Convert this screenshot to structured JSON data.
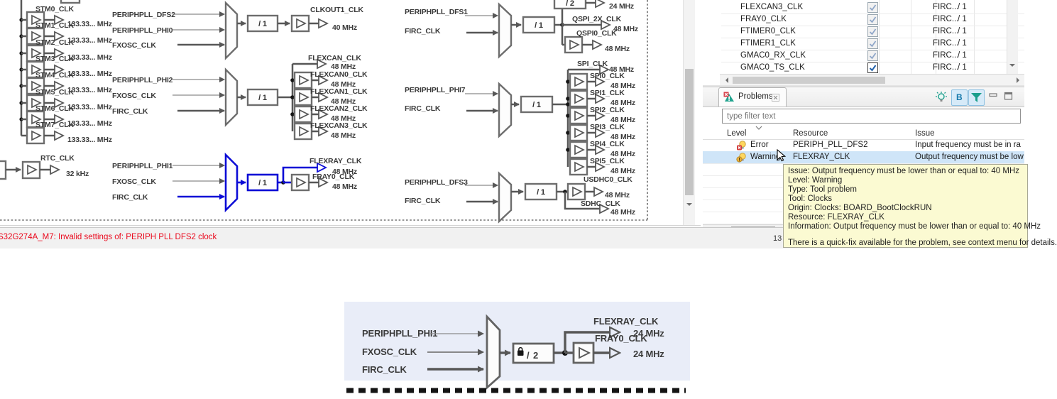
{
  "main_diagram": {
    "stm_rows": [
      {
        "label": "STM0_CLK",
        "freq": "133.33... MHz"
      },
      {
        "label": "STM1_CLK",
        "freq": "133.33... MHz"
      },
      {
        "label": "STM2_CLK",
        "freq": "133.33... MHz"
      },
      {
        "label": "STM3_CLK",
        "freq": "133.33... MHz"
      },
      {
        "label": "STM4_CLK",
        "freq": "133.33... MHz"
      },
      {
        "label": "STM5_CLK",
        "freq": "133.33... MHz"
      },
      {
        "label": "STM6_CLK",
        "freq": "133.33... MHz"
      },
      {
        "label": "STM7_CLK",
        "freq": "133.33... MHz"
      }
    ],
    "rtc": {
      "label": "RTC_CLK",
      "freq": "32 kHz"
    },
    "clkout": {
      "inputs": [
        "PERIPHPLL_DFS2",
        "PERIPHPLL_PHI0",
        "FXOSC_CLK"
      ],
      "divider": "/ 1",
      "output": {
        "label": "CLKOUT1_CLK",
        "freq": "40 MHz"
      }
    },
    "flexcan": {
      "inputs": [
        "PERIPHPLL_PHI2",
        "FXOSC_CLK",
        "FIRC_CLK"
      ],
      "divider": "/ 1",
      "bus_output": {
        "label": "FLEXCAN_CLK",
        "freq": "48 MHz"
      },
      "outputs": [
        {
          "label": "FLEXCAN0_CLK",
          "freq": "48 MHz"
        },
        {
          "label": "FLEXCAN1_CLK",
          "freq": "48 MHz"
        },
        {
          "label": "FLEXCAN2_CLK",
          "freq": "48 MHz"
        },
        {
          "label": "FLEXCAN3_CLK",
          "freq": "48 MHz"
        }
      ]
    },
    "flexray": {
      "inputs": [
        "PERIPHPLL_PHI1",
        "FXOSC_CLK",
        "FIRC_CLK"
      ],
      "divider": "/ 1",
      "outputs": [
        {
          "label": "FLEXRAY_CLK",
          "freq": "48 MHz"
        },
        {
          "label": "FRAY0_CLK",
          "freq": "48 MHz"
        }
      ]
    },
    "qspi": {
      "inputs": [
        "PERIPHPLL_DFS1",
        "FIRC_CLK"
      ],
      "divider": "/ 1",
      "divider2": "/ 2",
      "divider2_freq": "24 MHz",
      "outputs": [
        {
          "label": "QSPI_2X_CLK",
          "freq": "48 MHz"
        },
        {
          "label": "QSPI0_CLK",
          "freq": "48 MHz"
        }
      ]
    },
    "spi": {
      "inputs": [
        "PERIPHPLL_PHI7",
        "FIRC_CLK"
      ],
      "divider": "/ 1",
      "bus_output": {
        "label": "SPI_CLK",
        "freq": "48 MHz"
      },
      "outputs": [
        {
          "label": "SPI0_CLK",
          "freq": "48 MHz"
        },
        {
          "label": "SPI1_CLK",
          "freq": "48 MHz"
        },
        {
          "label": "SPI2_CLK",
          "freq": "48 MHz"
        },
        {
          "label": "SPI3_CLK",
          "freq": "48 MHz"
        },
        {
          "label": "SPI4_CLK",
          "freq": "48 MHz"
        },
        {
          "label": "SPI5_CLK",
          "freq": "48 MHz"
        }
      ]
    },
    "usdhc": {
      "inputs": [
        "PERIPHPLL_DFS3",
        "FIRC_CLK"
      ],
      "divider": "/ 1",
      "outputs": [
        {
          "label": "USDHC0_CLK",
          "freq": "48 MHz"
        },
        {
          "label": "SDHC_CLK",
          "freq": "48 MHz"
        }
      ]
    }
  },
  "clock_table": {
    "rows": [
      {
        "name": "FLEXCAN3_CLK",
        "checked": true,
        "enabled": false,
        "source": "FIRC...",
        "divider": "/ 1"
      },
      {
        "name": "FRAY0_CLK",
        "checked": true,
        "enabled": false,
        "source": "FIRC...",
        "divider": "/ 1"
      },
      {
        "name": "FTIMER0_CLK",
        "checked": true,
        "enabled": false,
        "source": "FIRC...",
        "divider": "/ 1"
      },
      {
        "name": "FTIMER1_CLK",
        "checked": true,
        "enabled": false,
        "source": "FIRC...",
        "divider": "/ 1"
      },
      {
        "name": "GMAC0_RX_CLK",
        "checked": true,
        "enabled": false,
        "source": "FIRC...",
        "divider": "/ 1"
      },
      {
        "name": "GMAC0_TS_CLK",
        "checked": true,
        "enabled": true,
        "source": "FIRC...",
        "divider": "/ 1"
      }
    ]
  },
  "problems_panel": {
    "tab_label": "Problems",
    "toolbar": {
      "b_label": "B"
    },
    "filter_placeholder": "type filter text",
    "columns": [
      "Level",
      "Resource",
      "Issue"
    ],
    "rows": [
      {
        "level": "Error",
        "resource": "PERIPH_PLL_DFS2",
        "issue": "Input frequency must be in ra"
      },
      {
        "level": "Warning",
        "resource": "FLEXRAY_CLK",
        "issue": "Output frequency must be low"
      }
    ]
  },
  "tooltip": {
    "lines": [
      "Issue: Output frequency must be lower than or equal to: 40 MHz",
      "Level: Warning",
      "Type: Tool problem",
      "Tool: Clocks",
      "Origin: Clocks: BOARD_BootClockRUN",
      "Resource: FLEXRAY_CLK",
      "Information: Output frequency must be lower than or equal to: 40 MHz"
    ],
    "quickfix": "There is a quick-fix available for the problem, see context menu for details."
  },
  "status_bar": {
    "message": "S32G274A_M7: Invalid settings of: PERIPH PLL DFS2 clock",
    "right_fragment": "13"
  },
  "detail_diagram": {
    "inputs": [
      "PERIPHPLL_PHI1",
      "FXOSC_CLK",
      "FIRC_CLK"
    ],
    "locked": true,
    "divider_symbol": "/",
    "divider_value": "2",
    "outputs": [
      {
        "label": "FLEXRAY_CLK",
        "freq": "24 MHz"
      },
      {
        "label": "FRAY0_CLK",
        "freq": "24 MHz"
      }
    ]
  },
  "colors": {
    "highlight_blue": "#0b0bd6",
    "selection": "#cfe5f8",
    "tooltip_bg": "#fbfad2",
    "error_red": "#ea0a1e",
    "teal": "#1b9e8c",
    "detail_bg": "#e9edf8"
  }
}
